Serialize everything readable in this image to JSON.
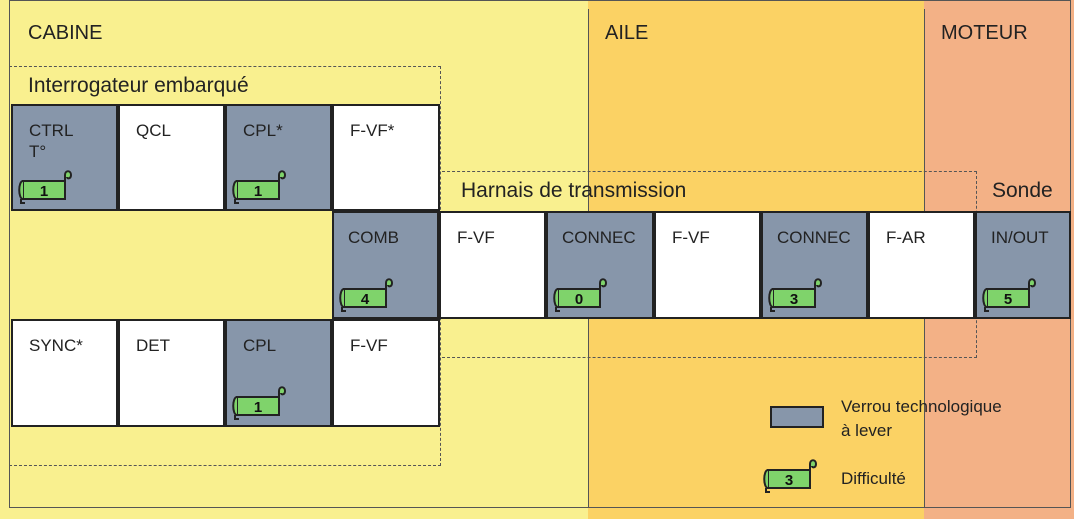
{
  "zones": {
    "cabine": "CABINE",
    "aile": "AILE",
    "moteur": "MOTEUR"
  },
  "groups": {
    "interrogateur": "Interrogateur embarqué",
    "harnais": "Harnais de transmission",
    "sonde": "Sonde"
  },
  "cells": [
    {
      "label_line1": "CTRL",
      "label_line2": "T°",
      "lock": true,
      "difficulty": "1"
    },
    {
      "label_line1": "QCL",
      "label_line2": "",
      "lock": false,
      "difficulty": ""
    },
    {
      "label_line1": "CPL*",
      "label_line2": "",
      "lock": true,
      "difficulty": "1"
    },
    {
      "label_line1": "F-VF*",
      "label_line2": "",
      "lock": false,
      "difficulty": ""
    },
    {
      "label_line1": "COMB",
      "label_line2": "",
      "lock": true,
      "difficulty": "4"
    },
    {
      "label_line1": "F-VF",
      "label_line2": "",
      "lock": false,
      "difficulty": ""
    },
    {
      "label_line1": "CONNEC",
      "label_line2": "",
      "lock": true,
      "difficulty": "0"
    },
    {
      "label_line1": "F-VF",
      "label_line2": "",
      "lock": false,
      "difficulty": ""
    },
    {
      "label_line1": "CONNEC",
      "label_line2": "",
      "lock": true,
      "difficulty": "3"
    },
    {
      "label_line1": "F-AR",
      "label_line2": "",
      "lock": false,
      "difficulty": ""
    },
    {
      "label_line1": "IN/OUT",
      "label_line2": "",
      "lock": true,
      "difficulty": "5"
    },
    {
      "label_line1": "SYNC*",
      "label_line2": "",
      "lock": false,
      "difficulty": ""
    },
    {
      "label_line1": "DET",
      "label_line2": "",
      "lock": false,
      "difficulty": ""
    },
    {
      "label_line1": "CPL",
      "label_line2": "",
      "lock": true,
      "difficulty": "1"
    },
    {
      "label_line1": "F-VF",
      "label_line2": "",
      "lock": false,
      "difficulty": ""
    }
  ],
  "legend": {
    "lock_line1": "Verrou technologique",
    "lock_line2": "à lever",
    "difficulty_value": "3",
    "difficulty_label": "Difficulté"
  },
  "colors": {
    "lock_cell": "#8796aa",
    "badge_fill": "#7fd36b",
    "cabine_zone": "#f9f08f",
    "aile_zone": "#fbd264",
    "moteur_zone": "#f3b186"
  }
}
